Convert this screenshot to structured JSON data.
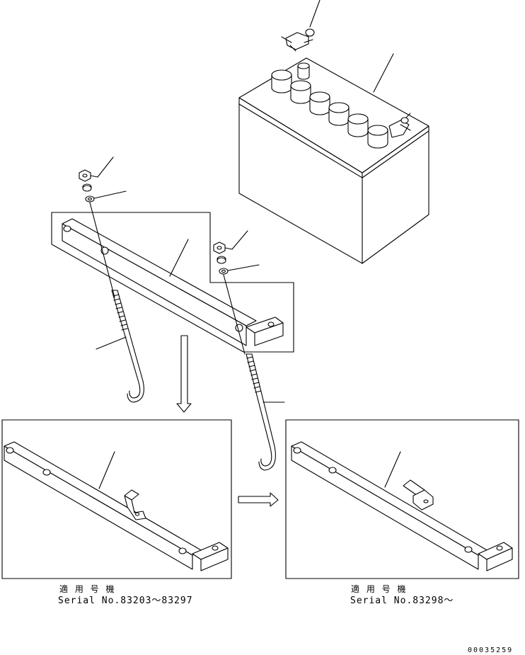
{
  "diagram": {
    "panels": [
      {
        "applicability_label": "適 用 号 機",
        "serial_label": "Serial No.83203～83297"
      },
      {
        "applicability_label": "適 用 号 機",
        "serial_label": "Serial No.83298～"
      }
    ],
    "drawing_id": "00035259"
  }
}
